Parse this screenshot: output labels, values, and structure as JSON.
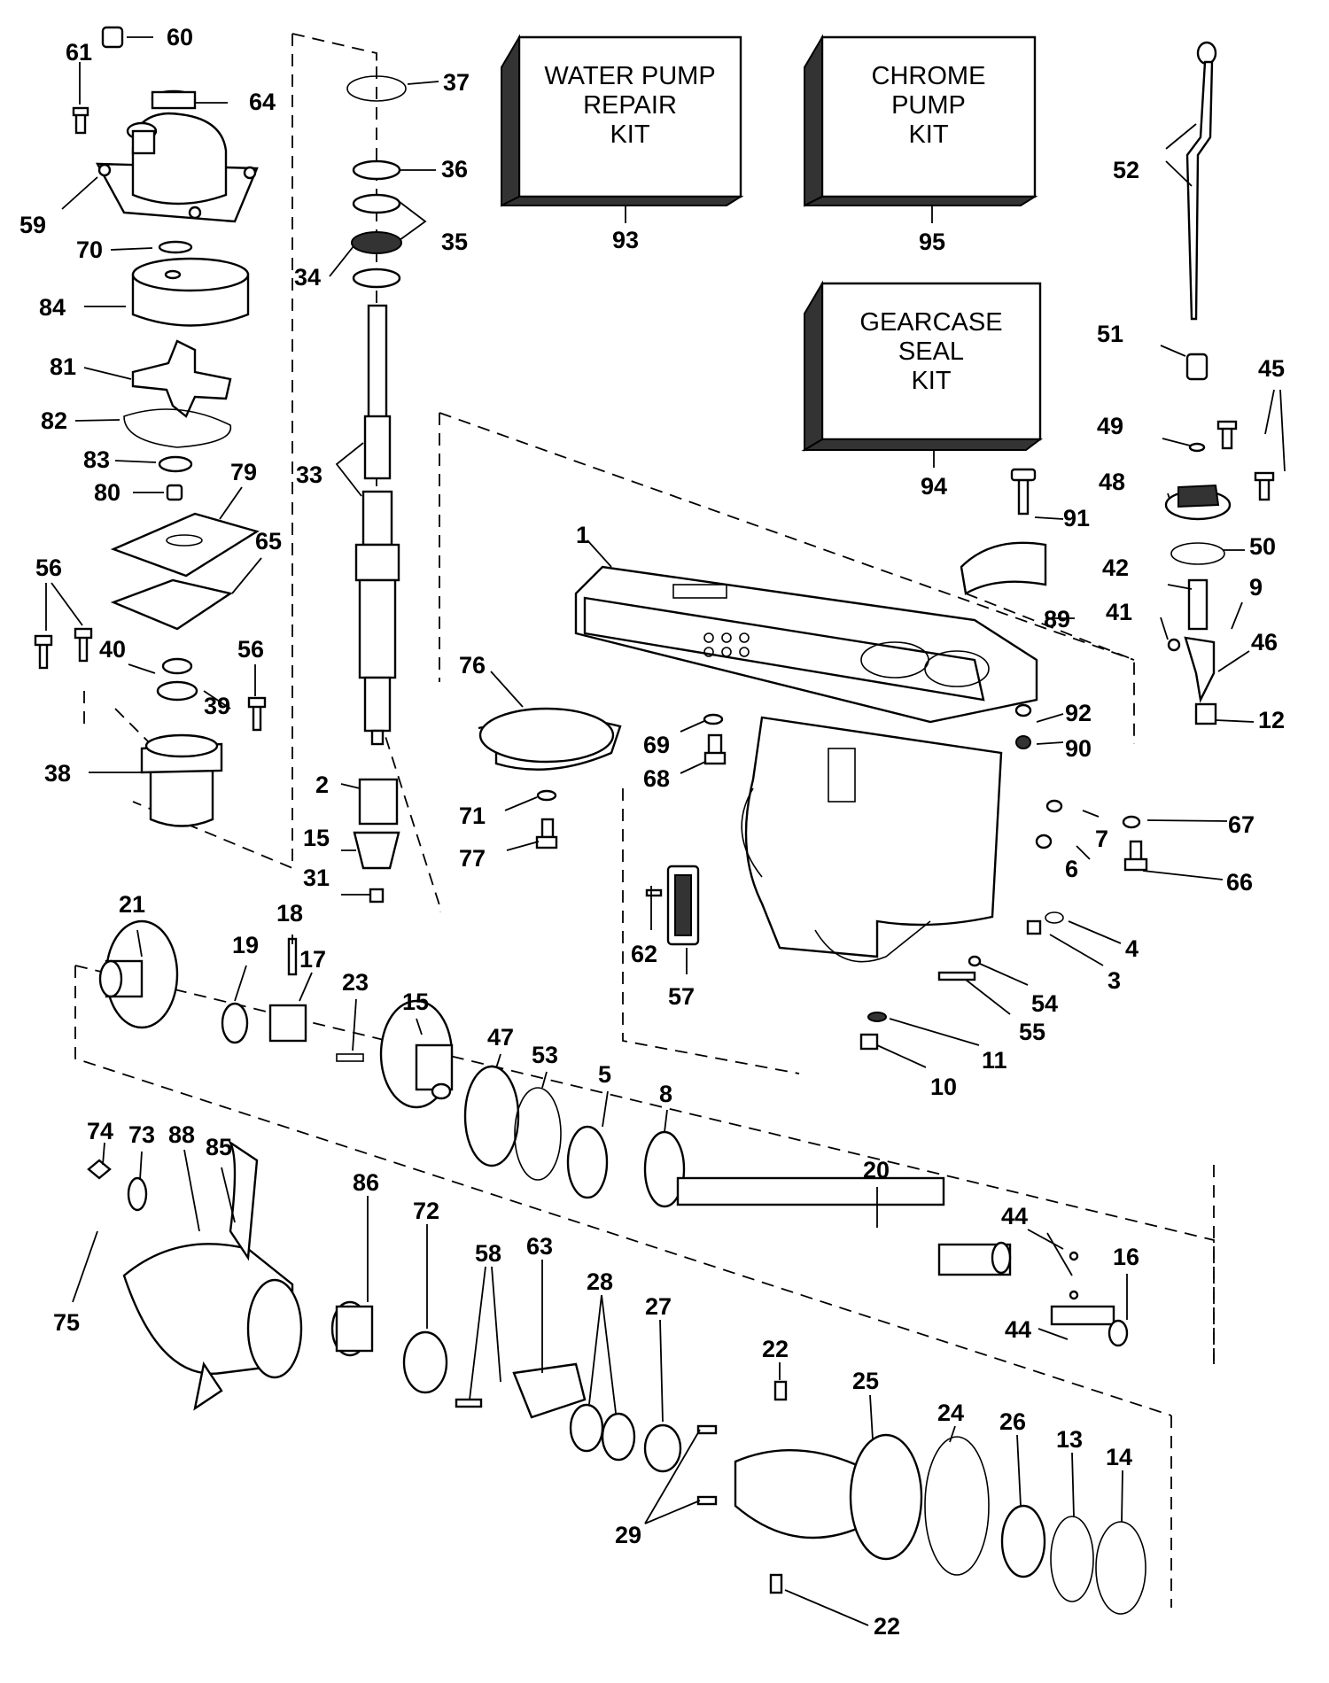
{
  "kits": [
    {
      "id": "kit-93",
      "lines": [
        "WATER PUMP",
        "REPAIR",
        "KIT"
      ],
      "number": "93"
    },
    {
      "id": "kit-95",
      "lines": [
        "CHROME",
        "PUMP",
        "KIT"
      ],
      "number": "95"
    },
    {
      "id": "kit-94",
      "lines": [
        "GEARCASE",
        "SEAL",
        "KIT"
      ],
      "number": "94"
    }
  ],
  "callouts": [
    "60",
    "61",
    "64",
    "59",
    "70",
    "84",
    "81",
    "82",
    "83",
    "79",
    "80",
    "65",
    "56",
    "40",
    "39",
    "38",
    "37",
    "36",
    "35",
    "34",
    "33",
    "2",
    "15",
    "31",
    "52",
    "51",
    "45",
    "49",
    "48",
    "91",
    "50",
    "42",
    "9",
    "41",
    "46",
    "89",
    "12",
    "92",
    "90",
    "1",
    "76",
    "69",
    "68",
    "71",
    "77",
    "67",
    "7",
    "6",
    "66",
    "4",
    "3",
    "62",
    "57",
    "54",
    "55",
    "11",
    "10",
    "21",
    "19",
    "18",
    "17",
    "23",
    "47",
    "53",
    "5",
    "8",
    "20",
    "44",
    "16",
    "74",
    "73",
    "88",
    "85",
    "75",
    "86",
    "72",
    "58",
    "63",
    "28",
    "27",
    "22",
    "25",
    "24",
    "26",
    "13",
    "14",
    "29"
  ]
}
